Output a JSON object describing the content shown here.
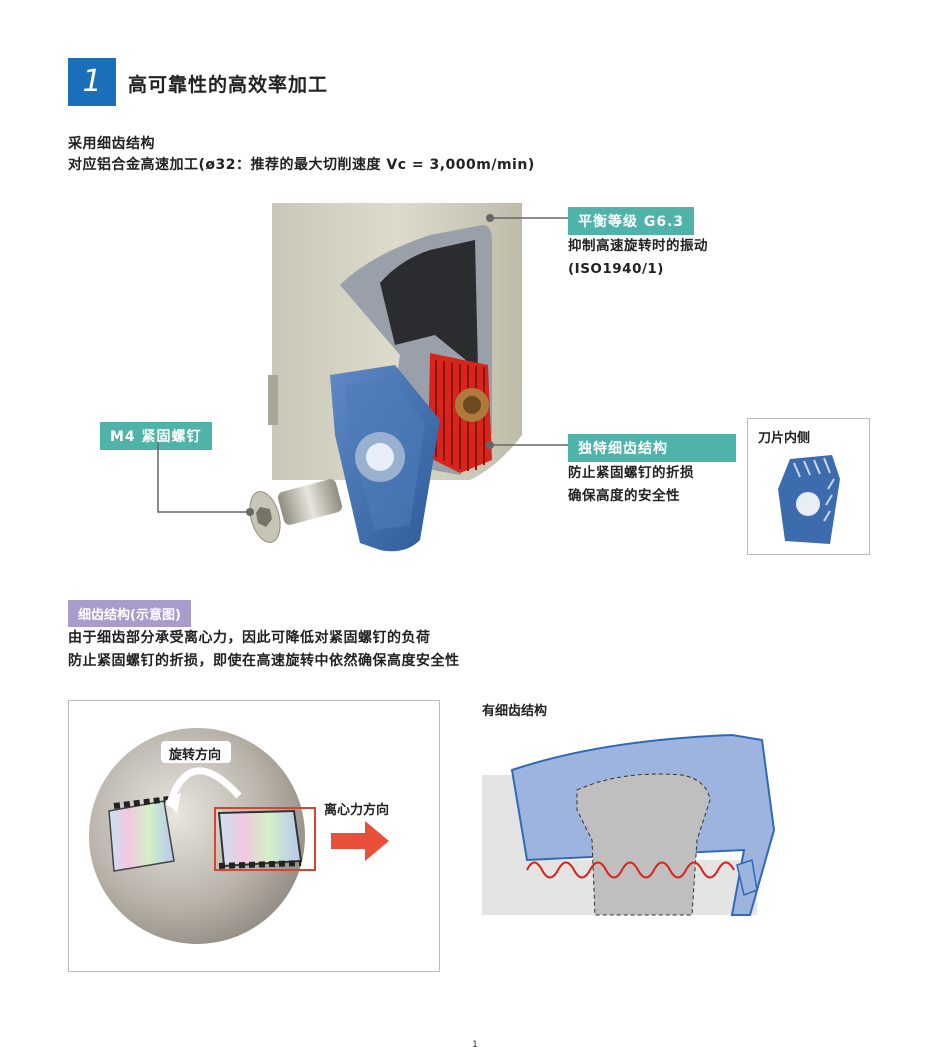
{
  "section": {
    "number": "1",
    "title": "高可靠性的高效率加工"
  },
  "intro": {
    "line1": "采用细齿结构",
    "line2": "对应铝合金高速加工(ø32：推荐的最大切削速度 Vc = 3,000m/min)"
  },
  "callouts": {
    "balance_tag": "平衡等级 G6.3",
    "balance_note1": "抑制高速旋转时的振动",
    "balance_note2": "(ISO1940/1)",
    "screw_tag": "M4 紧固螺钉",
    "serration_tag": "独特细齿结构",
    "serration_note1": "防止紧固螺钉的折损",
    "serration_note2": "确保高度的安全性",
    "insert_inner_label": "刀片内侧"
  },
  "schematic": {
    "tag": "细齿结构(示意图)",
    "line1": "由于细齿部分承受离心力，因此可降低对紧固螺钉的负荷",
    "line2": "防止紧固螺钉的折损，即使在高速旋转中依然确保高度安全性",
    "rotation_label": "旋转方向",
    "centrifugal_label": "离心力方向",
    "with_serration_label": "有细齿结构"
  },
  "colors": {
    "badge": "#1a6fb8",
    "tag_teal": "#4fb3a9",
    "tag_purple": "#a99bcb",
    "serration_red": "#d8251c",
    "insert_blue": "#3c6cae",
    "arrow_red": "#e8503a"
  },
  "page_number": "1"
}
